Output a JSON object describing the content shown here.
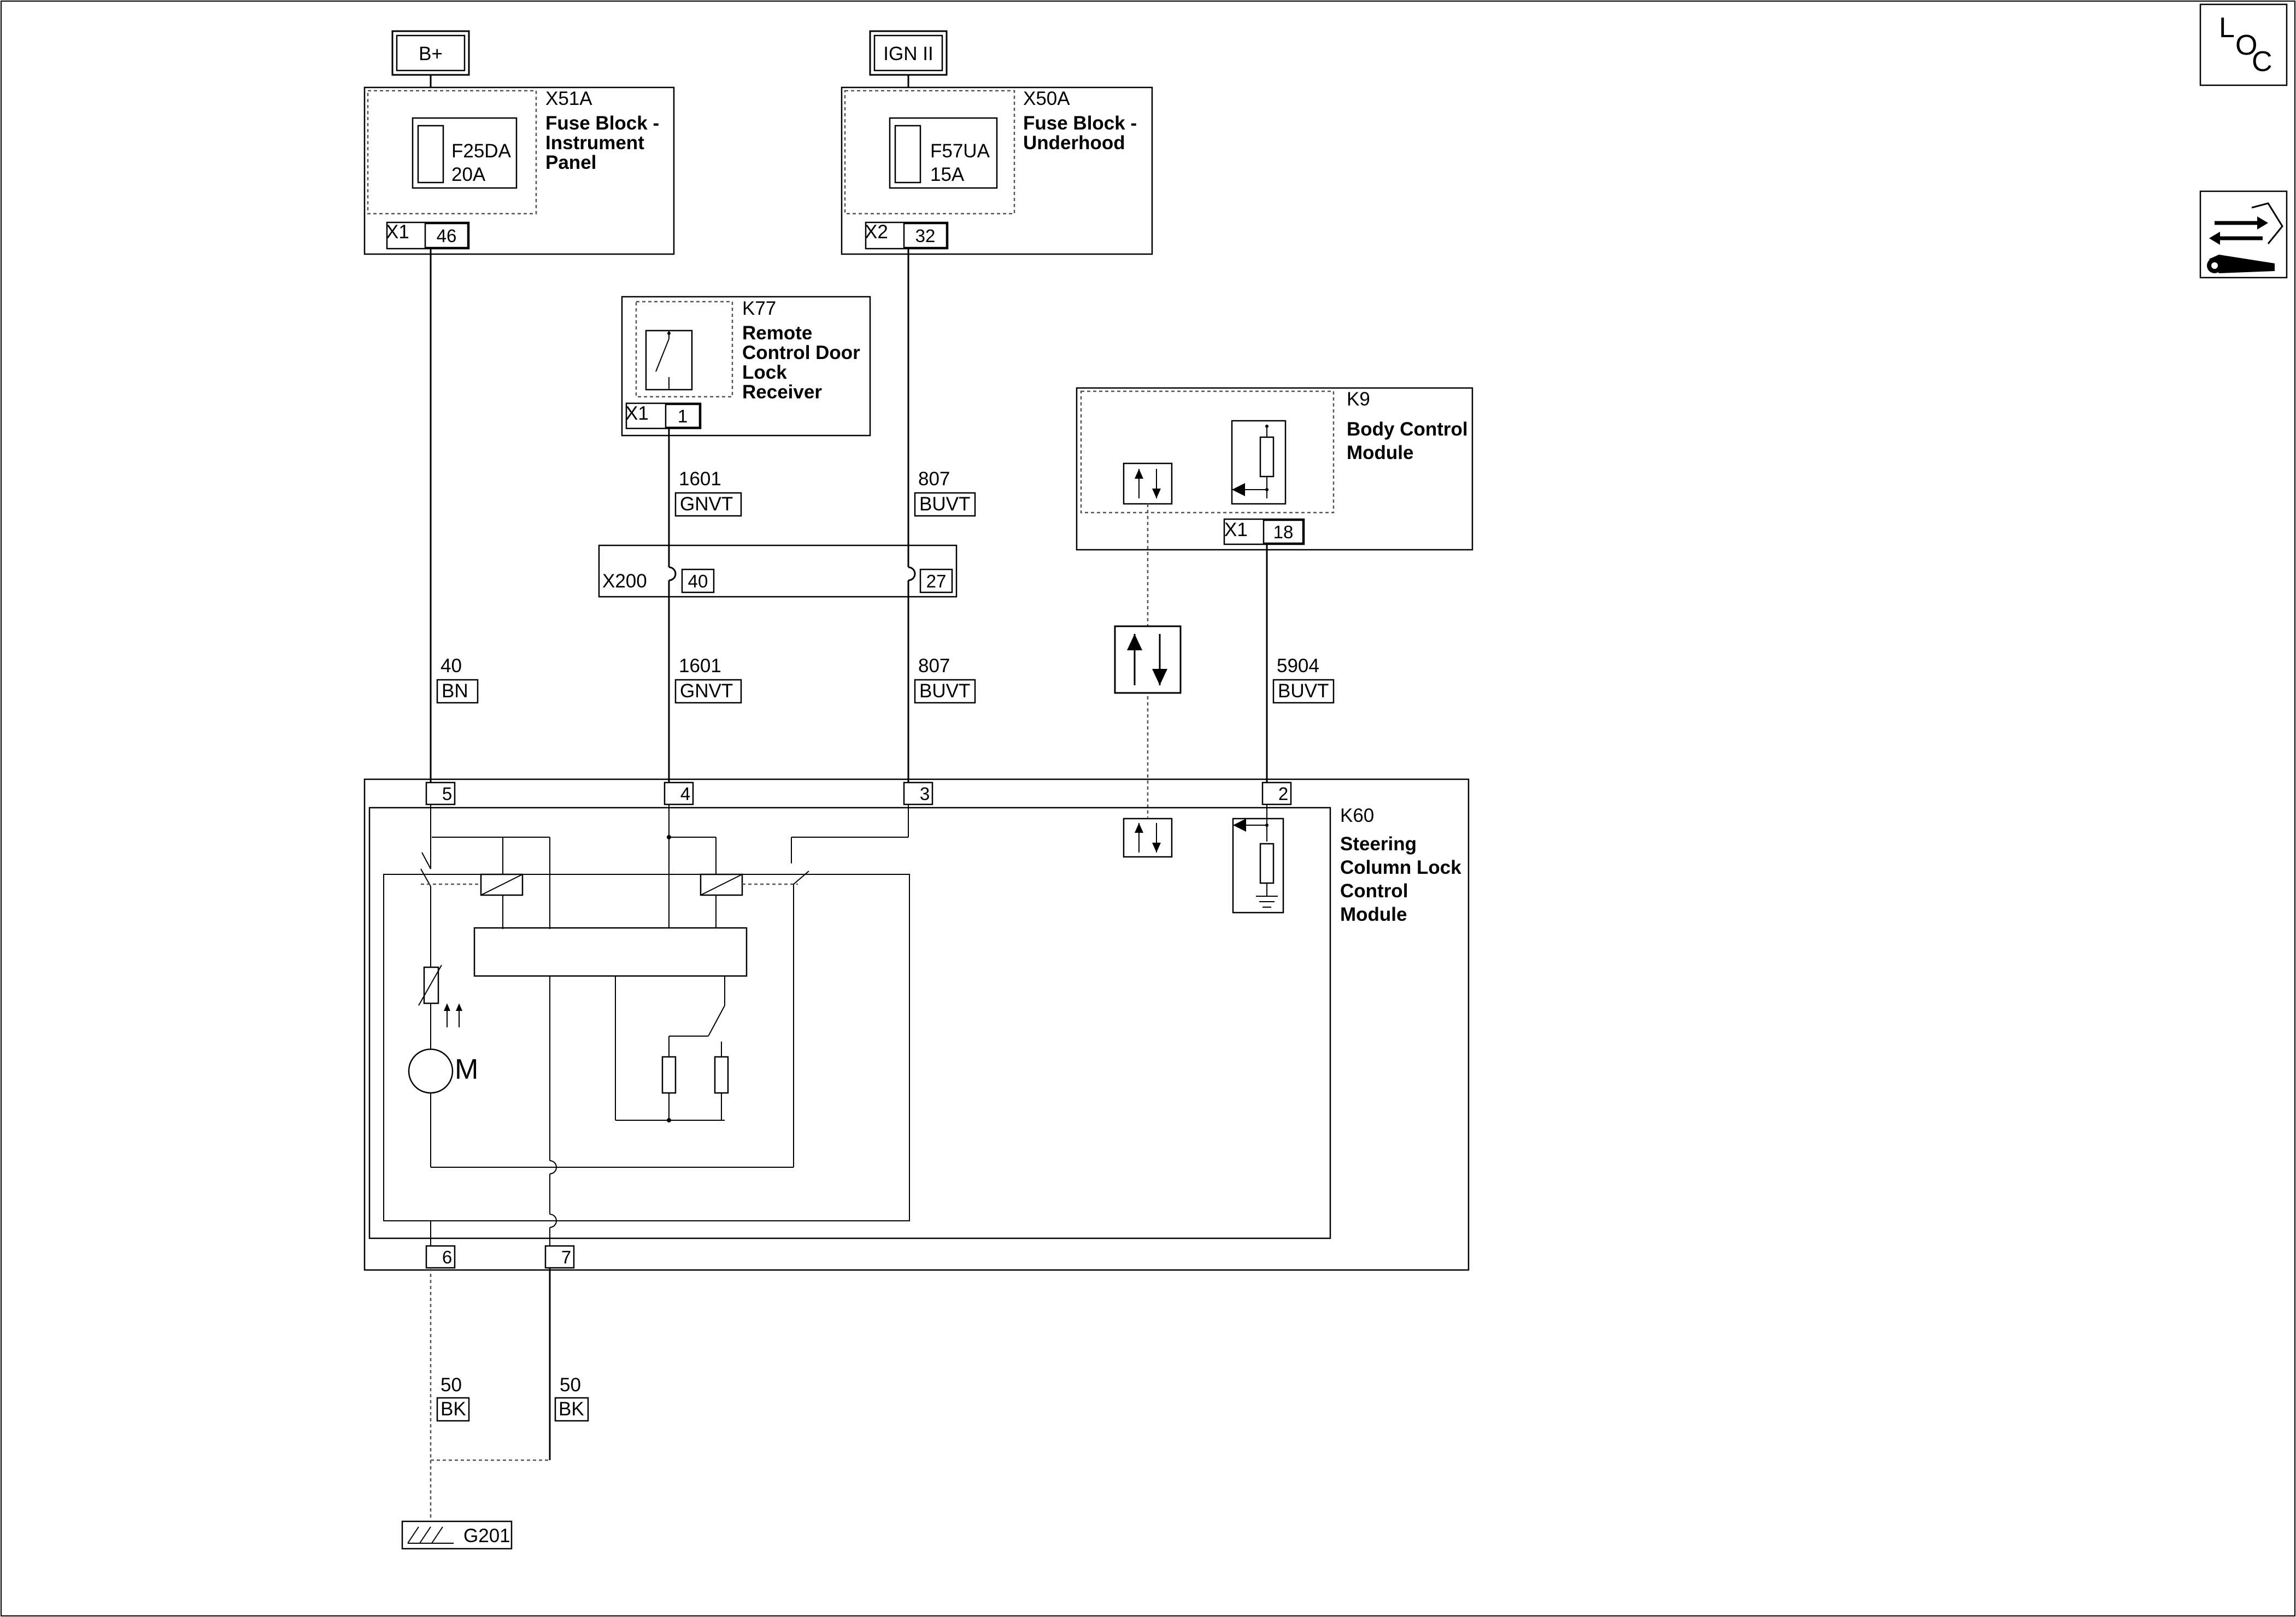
{
  "power": {
    "bplus": "B+",
    "ign": "IGN II"
  },
  "x51a": {
    "id": "X51A",
    "name1": "Fuse Block -",
    "name2": "Instrument",
    "name3": "Panel",
    "fuse": "F25DA",
    "rating": "20A",
    "conn": "X1",
    "pin": "46"
  },
  "x50a": {
    "id": "X50A",
    "name1": "Fuse Block -",
    "name2": "Underhood",
    "fuse": "F57UA",
    "rating": "15A",
    "conn": "X2",
    "pin": "32"
  },
  "k77": {
    "id": "K77",
    "name1": "Remote",
    "name2": "Control Door",
    "name3": "Lock",
    "name4": "Receiver",
    "conn": "X1",
    "pin": "1"
  },
  "k9": {
    "id": "K9",
    "name1": "Body Control",
    "name2": "Module",
    "conn": "X1",
    "pin": "18"
  },
  "x200": {
    "id": "X200",
    "pin_a": "40",
    "pin_b": "27"
  },
  "wires": {
    "w1601_top": {
      "num": "1601",
      "color": "GNVT"
    },
    "w807_top": {
      "num": "807",
      "color": "BUVT"
    },
    "w40": {
      "num": "40",
      "color": "BN"
    },
    "w1601": {
      "num": "1601",
      "color": "GNVT"
    },
    "w807": {
      "num": "807",
      "color": "BUVT"
    },
    "w5904": {
      "num": "5904",
      "color": "BUVT"
    },
    "w50a": {
      "num": "50",
      "color": "BK"
    },
    "w50b": {
      "num": "50",
      "color": "BK"
    }
  },
  "k60": {
    "id": "K60",
    "name1": "Steering",
    "name2": "Column Lock",
    "name3": "Control",
    "name4": "Module",
    "pin5": "5",
    "pin4": "4",
    "pin3": "3",
    "pin2": "2",
    "pin6": "6",
    "pin7": "7",
    "motor": "M"
  },
  "ground": {
    "id": "G201"
  },
  "icons": {
    "loc_l": "L",
    "loc_o": "O",
    "loc_c": "C",
    "nav": "transfer-arrows-wrench-icon"
  }
}
